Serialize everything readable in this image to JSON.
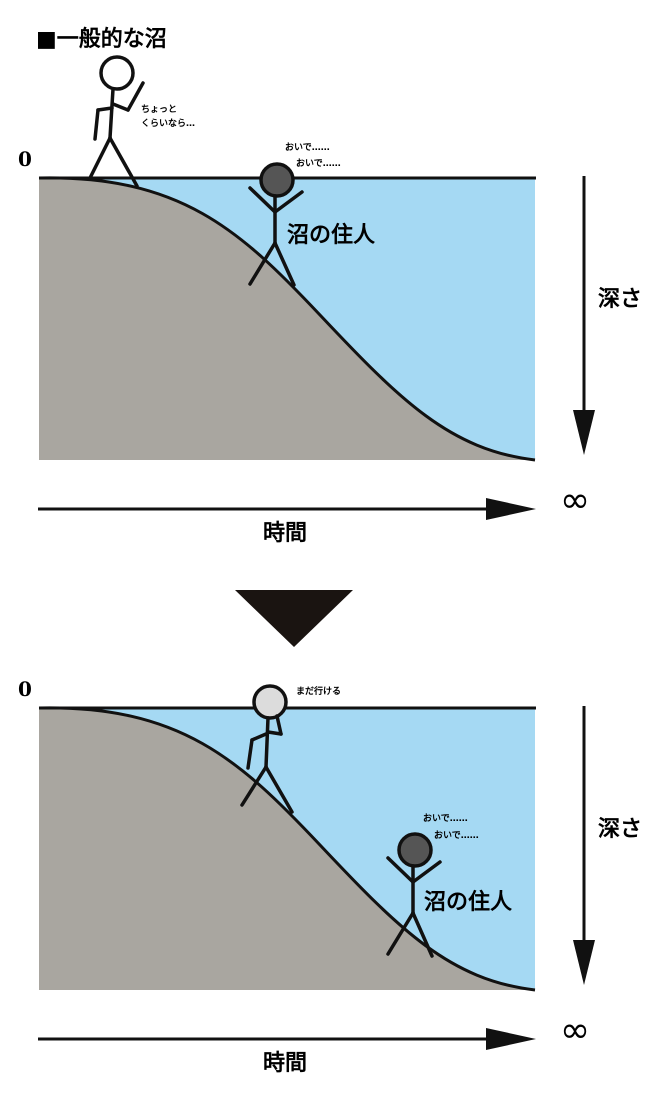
{
  "title": "■一般的な沼",
  "colors": {
    "water": "#a5d9f3",
    "ground": "#a9a6a0",
    "line": "#111111",
    "resident": "#555555",
    "visitor": "#dcdcdc"
  },
  "panels": [
    {
      "zero_label": "0",
      "depth_label": "深さ",
      "time_label": "時間",
      "infinity": "∞",
      "visitor_speech": [
        "ちょっと",
        "くらいなら…"
      ],
      "resident_speech": [
        "おいで……",
        "おいで……"
      ],
      "resident_label": "沼の住人"
    },
    {
      "zero_label": "0",
      "depth_label": "深さ",
      "time_label": "時間",
      "infinity": "∞",
      "visitor_speech": [
        "まだ行ける"
      ],
      "resident_speech": [
        "おいで……",
        "おいで……"
      ],
      "resident_label": "沼の住人"
    }
  ]
}
